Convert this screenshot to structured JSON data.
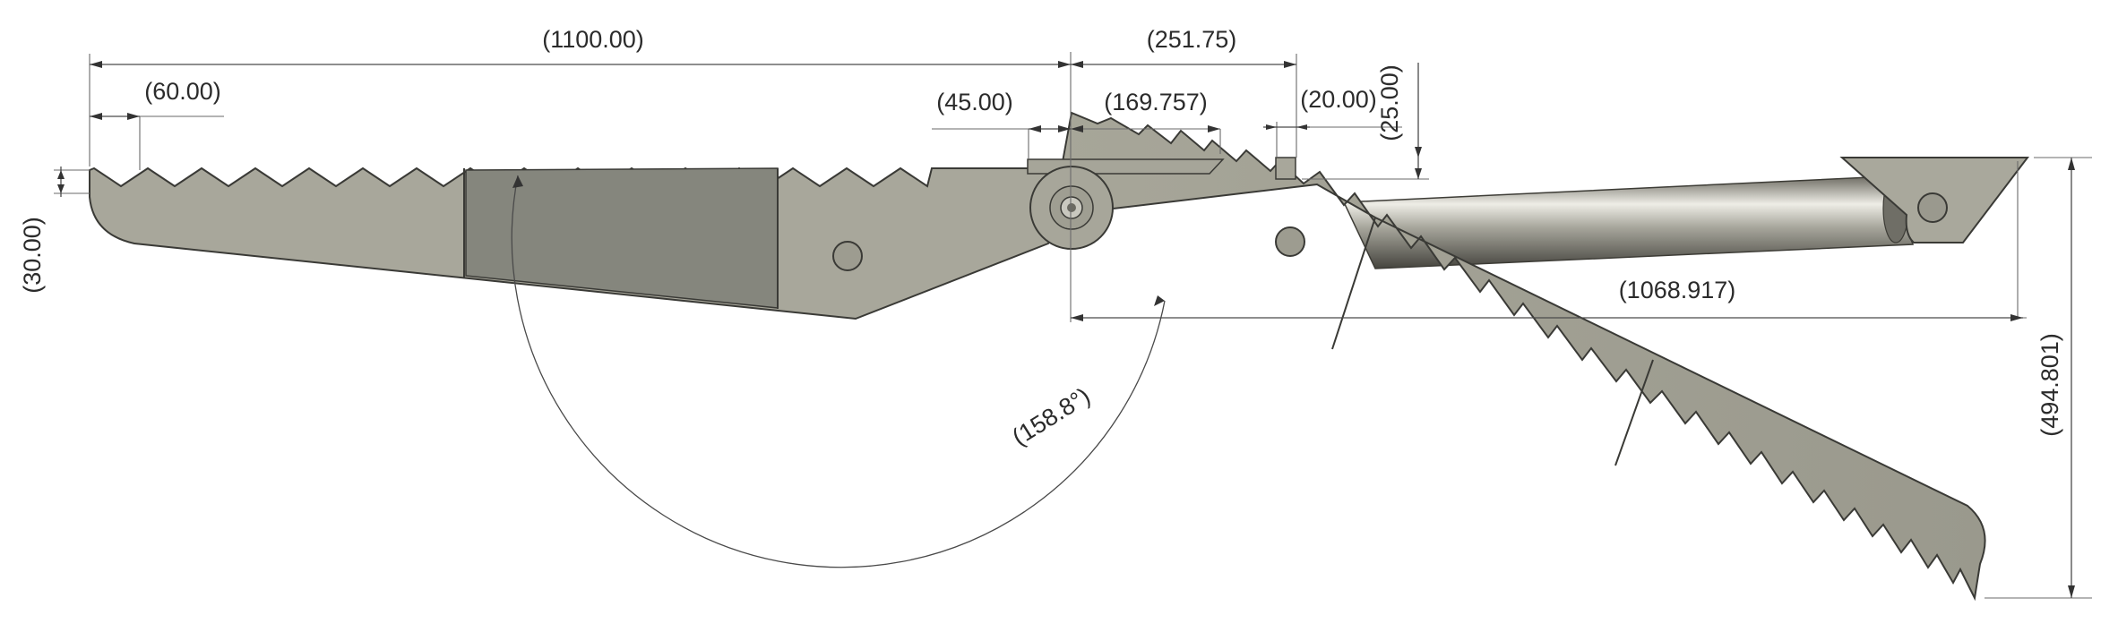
{
  "colors": {
    "background": "#ffffff",
    "part_light": "#a9a89b",
    "part_mid": "#9c9b8f",
    "part_dark": "#85867d",
    "rod_light": "#ecebe4",
    "rod_dark": "#4e4d46",
    "dimension": "#2b2b2b"
  },
  "dimensions": {
    "overall_length": "(1100.00)",
    "upper_arm_length": "(251.75)",
    "tooth_pitch": "(60.00)",
    "pivot_offset": "(45.00)",
    "pin_spacing": "(169.757)",
    "stop_width": "(20.00)",
    "stop_height": "(25.00)",
    "tooth_depth": "(30.00)",
    "opening_angle": "(158.8°)",
    "rod_span": "(1068.917)",
    "vertical_span": "(494.801)"
  }
}
